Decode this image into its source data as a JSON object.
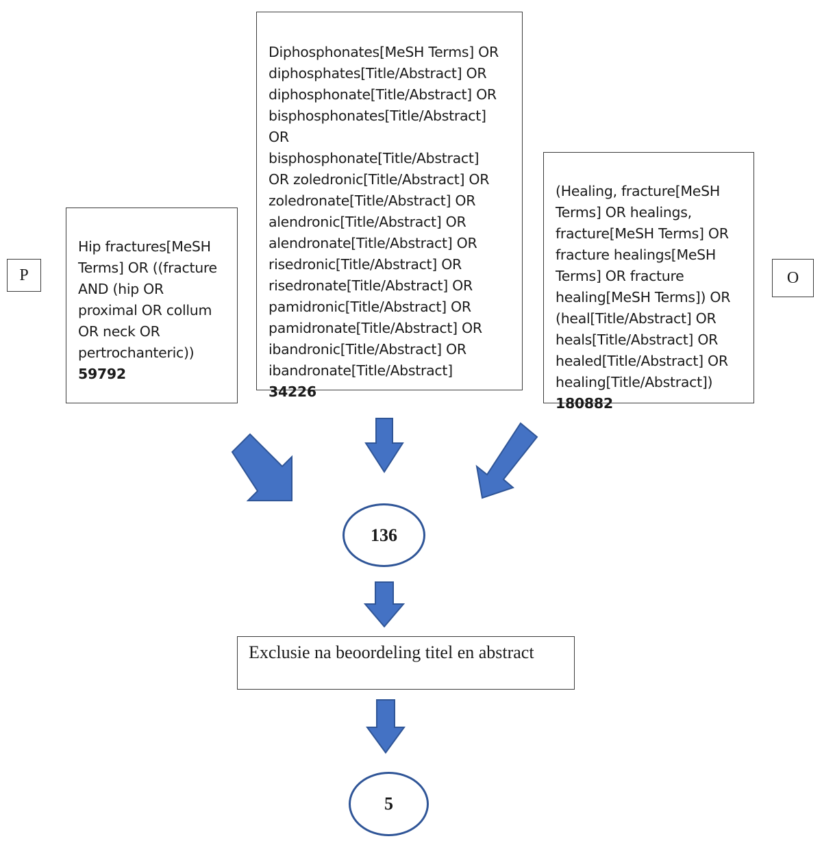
{
  "population": {
    "letter": "P",
    "query": "Hip fractures[MeSH\nTerms] OR ((fracture\nAND (hip OR\nproximal OR collum\nOR neck OR\npertrochanteric))",
    "count": "59792"
  },
  "intervention": {
    "query": "Diphosphonates[MeSH Terms] OR\ndiphosphates[Title/Abstract] OR\ndiphosphonate[Title/Abstract] OR\nbisphosphonates[Title/Abstract]\nOR\nbisphosphonate[Title/Abstract]\nOR zoledronic[Title/Abstract] OR\nzoledronate[Title/Abstract] OR\nalendronic[Title/Abstract] OR\nalendronate[Title/Abstract] OR\nrisedronic[Title/Abstract] OR\nrisedronate[Title/Abstract] OR\npamidronic[Title/Abstract] OR\npamidronate[Title/Abstract] OR\nibandronic[Title/Abstract] OR\nibandronate[Title/Abstract]",
    "count": "34226"
  },
  "outcome": {
    "letter": "O",
    "query": "(Healing, fracture[MeSH\nTerms] OR healings,\nfracture[MeSH Terms] OR\nfracture healings[MeSH\nTerms] OR fracture\nhealing[MeSH Terms]) OR\n(heal[Title/Abstract] OR\nheals[Title/Abstract] OR\nhealed[Title/Abstract] OR\nhealing[Title/Abstract])",
    "count": "180882"
  },
  "combined_result": "136",
  "exclusion_step": "Exclusie na beoordeling titel en abstract",
  "final_result": "5",
  "colors": {
    "arrow_fill": "#4472c4",
    "arrow_stroke": "#2f5597",
    "ellipse_border": "#2f5597",
    "box_border": "#3a3a3a"
  }
}
